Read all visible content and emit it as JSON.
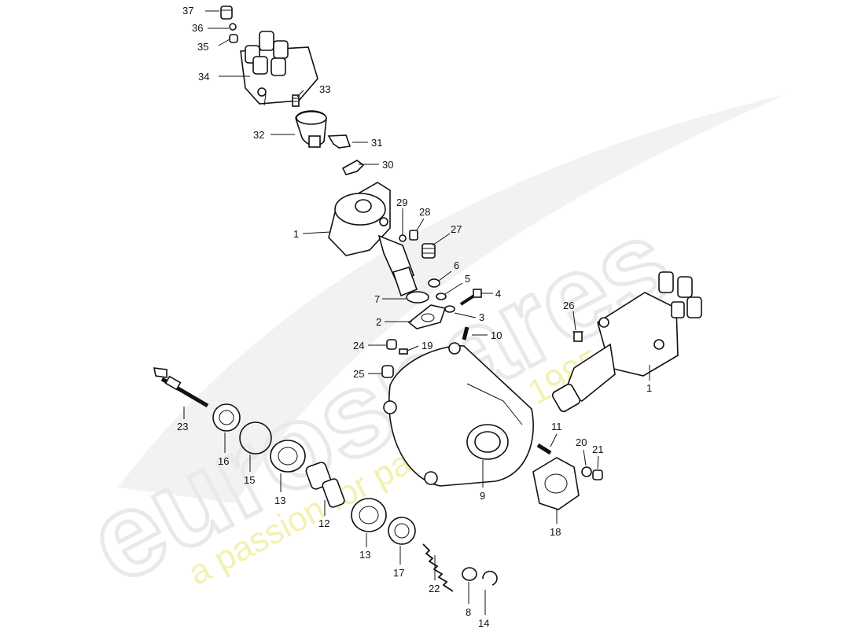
{
  "watermark": {
    "brand": "eurospares",
    "tagline": "a passion for parts since 1985",
    "brand_color": "#e9e9e9",
    "tagline_color": "#f3f1b0"
  },
  "labels": {
    "p1a": "1",
    "p1b": "1",
    "p2": "2",
    "p3": "3",
    "p4": "4",
    "p5": "5",
    "p6": "6",
    "p7": "7",
    "p8": "8",
    "p9": "9",
    "p10": "10",
    "p11": "11",
    "p12": "12",
    "p13a": "13",
    "p13b": "13",
    "p14": "14",
    "p15": "15",
    "p16": "16",
    "p17": "17",
    "p18": "18",
    "p19": "19",
    "p20": "20",
    "p21": "21",
    "p22": "22",
    "p23": "23",
    "p24": "24",
    "p25": "25",
    "p26": "26",
    "p27": "27",
    "p28": "28",
    "p29": "29",
    "p30": "30",
    "p31": "31",
    "p32": "32",
    "p33": "33",
    "p34": "34",
    "p35": "35",
    "p36": "36",
    "p37": "37"
  }
}
